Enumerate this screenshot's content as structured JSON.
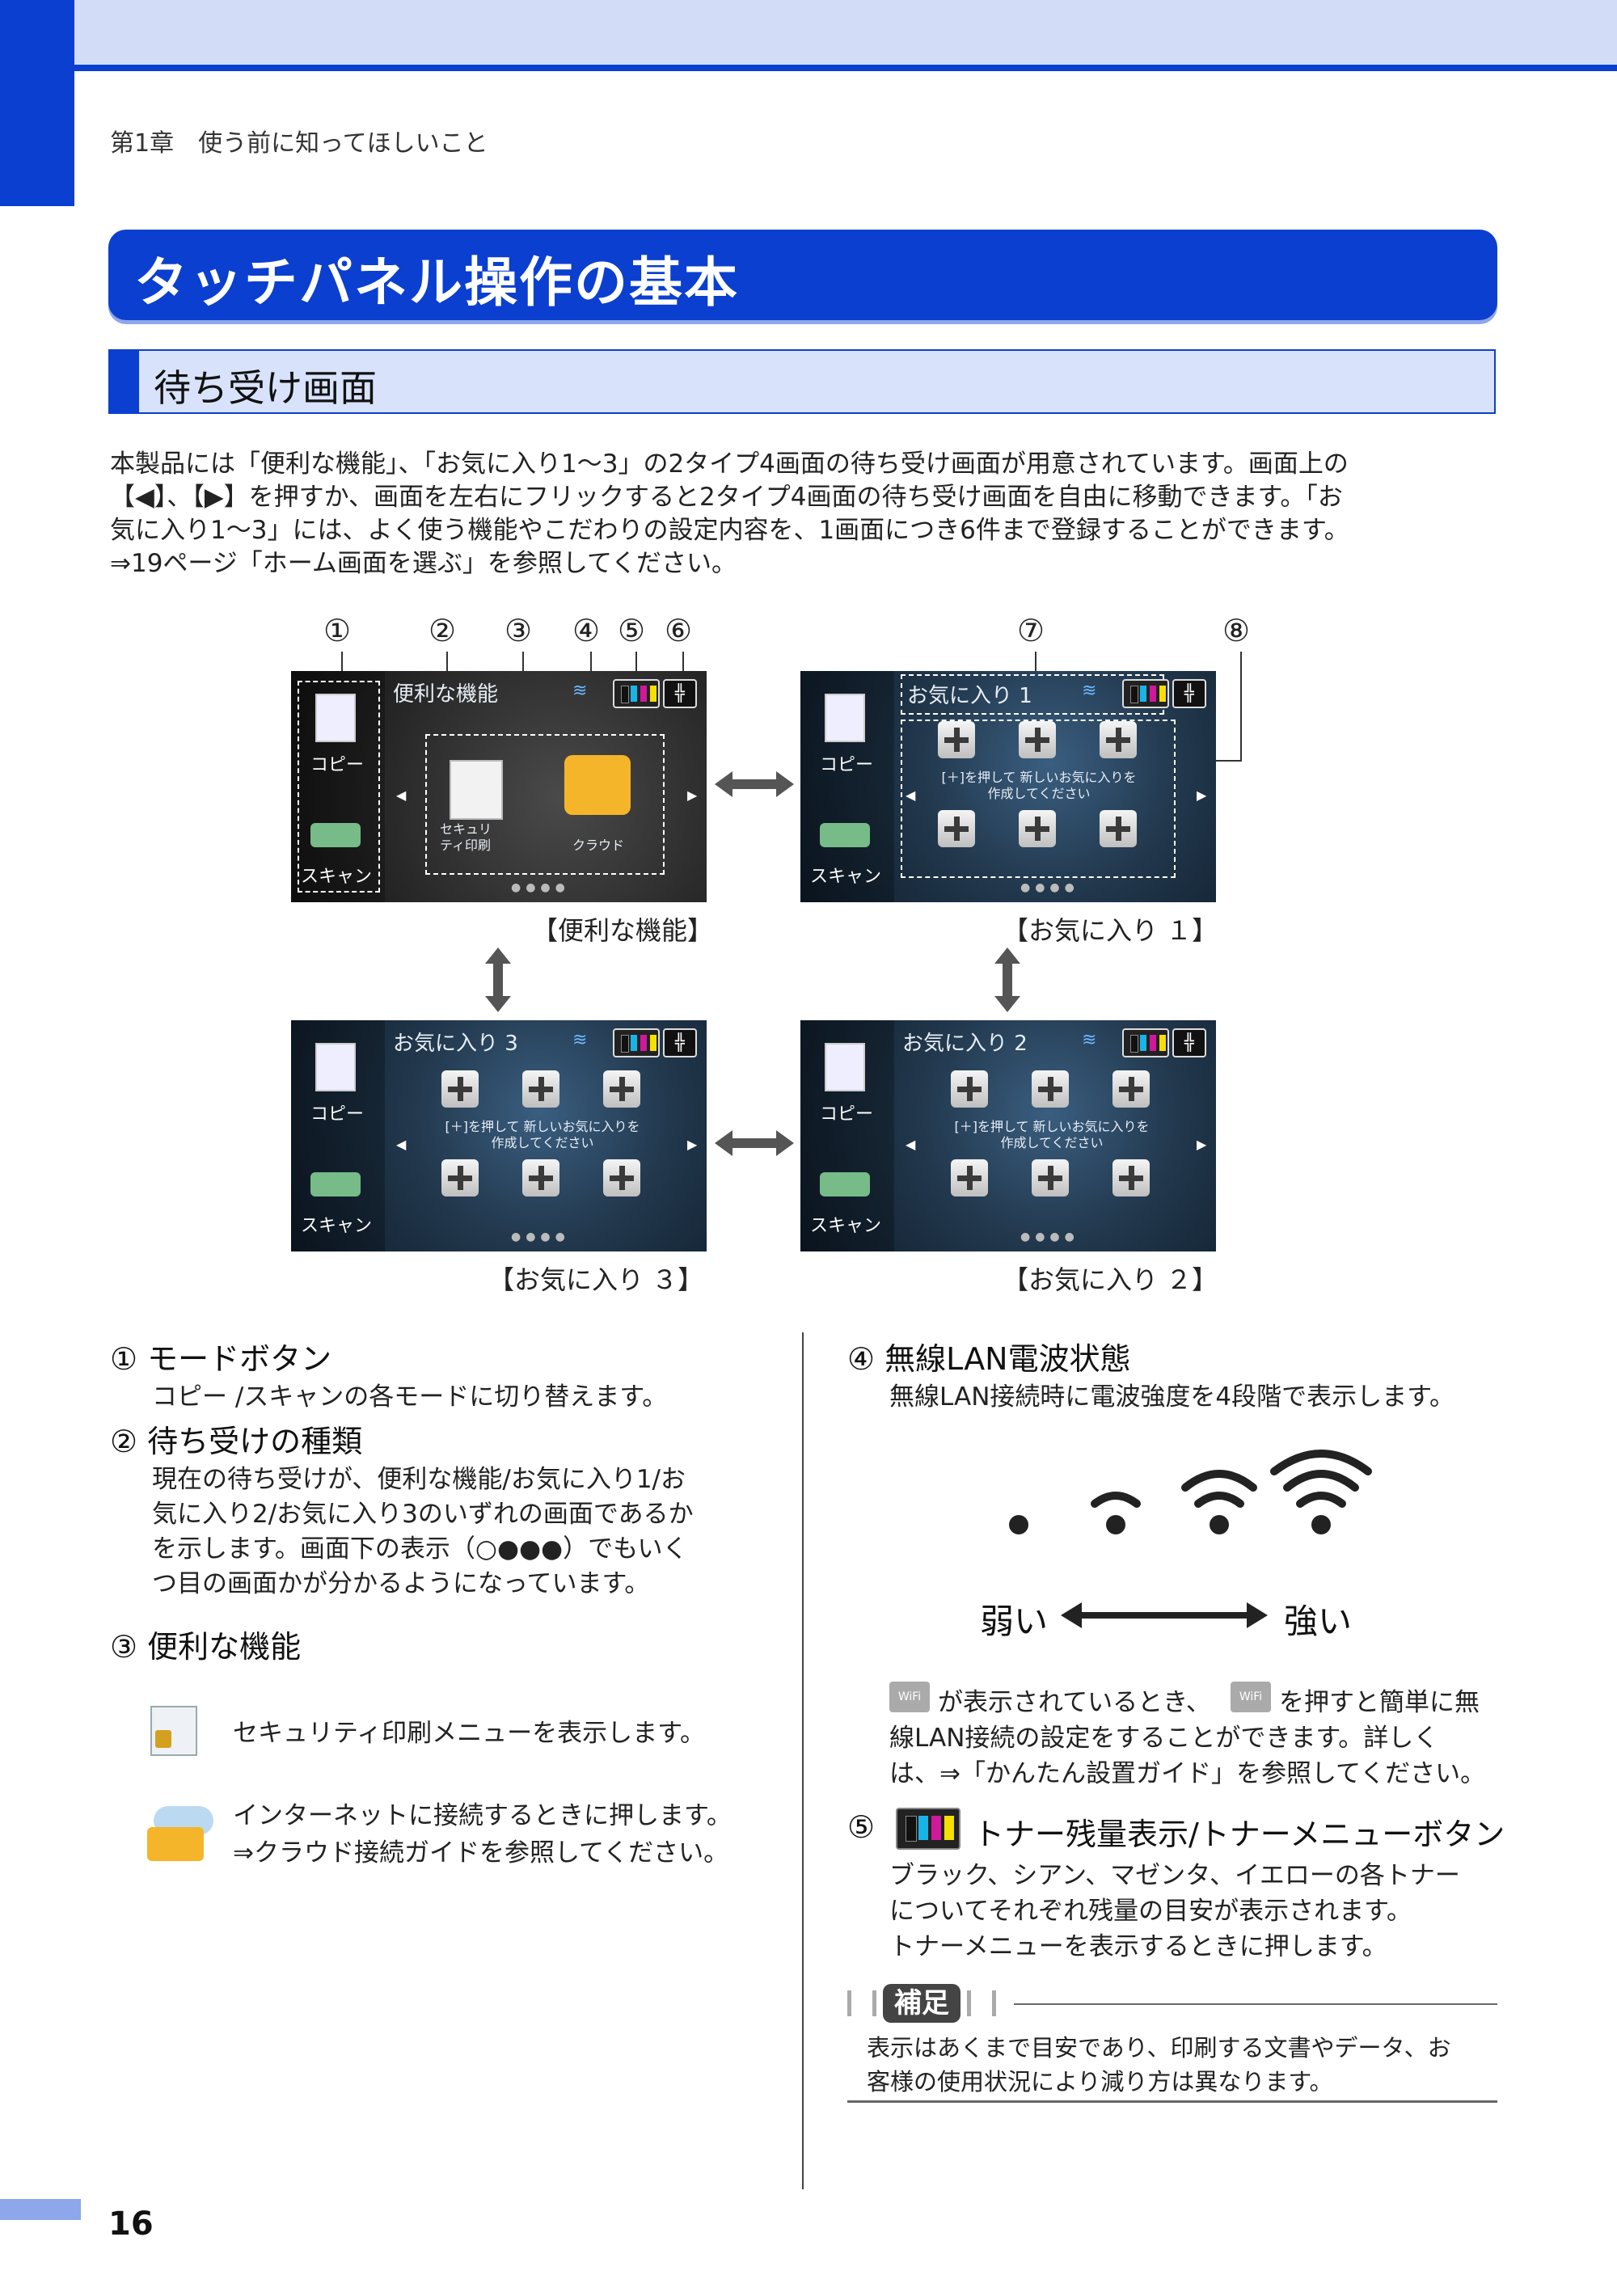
{
  "header": {
    "chapter": "第1章　使う前に知ってほしいこと"
  },
  "title": "タッチパネル操作の基本",
  "section": "待ち受け画面",
  "intro": [
    "本製品には「便利な機能」、「お気に入り1～3」の2タイプ4画面の待ち受け画面が用意されています。画面上の",
    "【◀】、【▶】を押すか、画面を左右にフリックすると2タイプ4画面の待ち受け画面を自由に移動できます。「お",
    "気に入り1～3」には、よく使う機能やこだわりの設定内容を、1画面につき6件まで登録することができます。",
    "⇒19ページ「ホーム画面を選ぶ」を参照してください。"
  ],
  "callouts": [
    "①",
    "②",
    "③",
    "④",
    "⑤",
    "⑥",
    "⑦",
    "⑧"
  ],
  "screens": {
    "mode_copy": "コピー",
    "mode_scan": "スキャン",
    "benri": {
      "title": "便利な機能",
      "sec_label": "セキュリ\nティ印刷",
      "cloud_label": "クラウド",
      "caption": "【便利な機能】"
    },
    "fav1": {
      "title": "お気に入り 1",
      "caption": "【お気に入り １】"
    },
    "fav2": {
      "title": "お気に入り 2",
      "caption": "【お気に入り ２】"
    },
    "fav3": {
      "title": "お気に入り 3",
      "caption": "【お気に入り ３】"
    },
    "fav_hint": "[＋]を押して 新しいお気に入りを\n作成してください",
    "arrow_left": "◀",
    "arrow_right": "▶",
    "dots": "●●●●"
  },
  "items": {
    "mode": {
      "head": "① モードボタン",
      "body": "コピー /スキャンの各モードに切り替えます。"
    },
    "type": {
      "head": "② 待ち受けの種類",
      "body": [
        "現在の待ち受けが、便利な機能/お気に入り1/お",
        "気に入り2/お気に入り3のいずれの画面であるか",
        "を示します。画面下の表示（○●●●）でもいく",
        "つ目の画面かが分かるようになっています。"
      ]
    },
    "benri": {
      "head": "③ 便利な機能",
      "security": "セキュリティ印刷メニューを表示します。",
      "cloud": [
        "インターネットに接続するときに押します。",
        "⇒クラウド接続ガイドを参照してください。"
      ]
    },
    "wifi": {
      "head": "④ 無線LAN電波状態",
      "body": "無線LAN接続時に電波強度を4段階で表示します。",
      "weak": "弱い",
      "strong": "強い",
      "wifi_tag": "WiFi",
      "note": [
        "が表示されているとき、",
        "を押すと簡単に無",
        "線LAN接続の設定をすることができます。詳しく",
        "は、⇒「かんたん設置ガイド」を参照してください。"
      ]
    },
    "toner": {
      "head_num": "⑤",
      "head": "トナー残量表示/トナーメニューボタン",
      "body": [
        "ブラック、シアン、マゼンタ、イエローの各トナー",
        "についてそれぞれ残量の目安が表示されます。",
        "トナーメニューを表示するときに押します。"
      ]
    },
    "hosoku": {
      "label": "補足",
      "body": [
        "表示はあくまで目安であり、印刷する文書やデータ、お",
        "客様の使用状況により減り方は異なります。"
      ]
    }
  },
  "page_number": "16",
  "colors": {
    "accent": "#0b3fd0",
    "light": "#d3dcf7"
  }
}
